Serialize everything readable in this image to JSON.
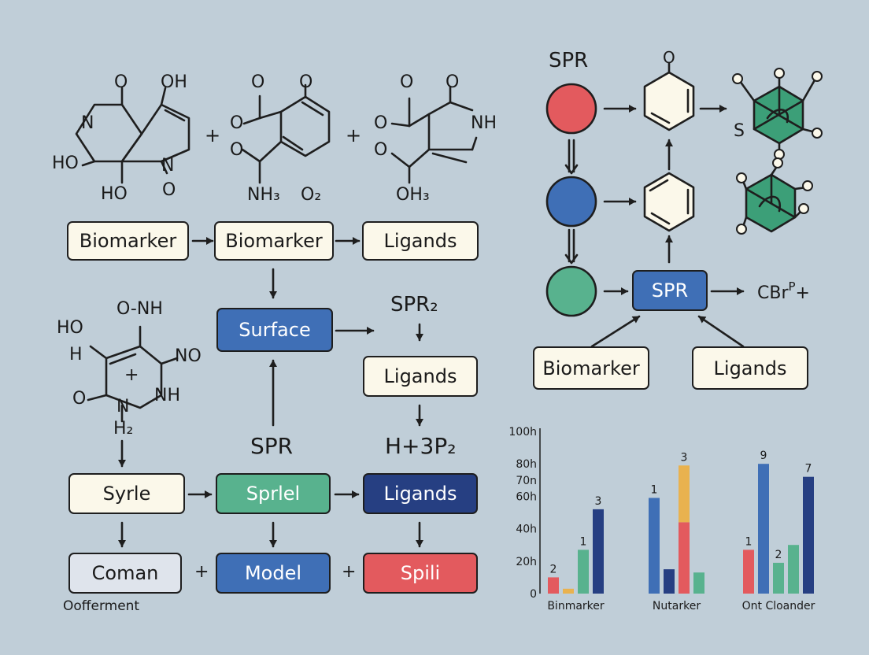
{
  "structures": {
    "s1": {
      "o_top": "O",
      "oh_top": "OH",
      "n_left": "N",
      "ho_left": "HO",
      "ho_bottom": "HO",
      "n_bottom": "N",
      "o_bottom": "O"
    },
    "s2": {
      "o_top_left": "O",
      "o_top_right": "O",
      "o_left": "O",
      "o_mid": "O",
      "nh3": "NH₃",
      "o2": "O₂"
    },
    "s3": {
      "o_top_left": "O",
      "o_top_right": "O",
      "o_left": "O",
      "nh": "NH",
      "o_mid": "O",
      "oh3": "OH₃"
    },
    "s4": {
      "ho": "HO",
      "h": "H",
      "o_nh": "O-NH",
      "no": "NO",
      "plus": "+",
      "o_left": "O",
      "n": "N",
      "nh": "NH",
      "h2": "H₂"
    },
    "plus_1": "+",
    "plus_2": "+"
  },
  "left_flow": {
    "row1": [
      "Biomarker",
      "Biomarker",
      "Ligands"
    ],
    "surface": "Surface",
    "spr2_label": "SPR₂",
    "ligands_mid": "Ligands",
    "spr_label": "SPR",
    "h3p2_label": "H+3P₂",
    "row3": [
      "Syrle",
      "Sprlel",
      "Ligands"
    ],
    "row4": [
      "Coman",
      "Model",
      "Spili"
    ],
    "row4_plus": [
      "+",
      "+"
    ],
    "caption": "Oofferment"
  },
  "right_flow": {
    "title": "SPR",
    "ring_top_o": "O",
    "spr_box": "SPR",
    "output": "CBr",
    "output_sup": "P",
    "output_plus": "+",
    "s_label": "S",
    "bottom_boxes": [
      "Biomarker",
      "Ligands"
    ],
    "circle_colors": [
      "#e35a5e",
      "#3f6fb6",
      "#58b28e"
    ],
    "cube_color": "#3c9f78"
  },
  "chart_data": {
    "type": "bar",
    "yticks": [
      "0",
      "20h",
      "40h",
      "60h",
      "70n",
      "80h",
      "100h"
    ],
    "ytick_values": [
      0,
      20,
      40,
      60,
      70,
      80,
      100
    ],
    "ylim": [
      0,
      100
    ],
    "groups": [
      {
        "label": "Binmarker",
        "bars": [
          {
            "value": 10,
            "color": "#e35a5e"
          },
          {
            "value": 3,
            "color": "#e9b24f"
          },
          {
            "value": 27,
            "color": "#58b28e"
          },
          {
            "value": 52,
            "color": "#263f82"
          }
        ],
        "annotations": [
          {
            "text": "2",
            "bar": 0
          },
          {
            "text": "1",
            "bar": 2
          },
          {
            "text": "3",
            "bar": 3
          }
        ]
      },
      {
        "label": "Nutarker",
        "bars": [
          {
            "value": 59,
            "color": "#3f6fb6"
          },
          {
            "value": 15,
            "color": "#263f82"
          },
          {
            "stack": [
              {
                "value": 44,
                "color": "#e35a5e"
              },
              {
                "value": 35,
                "color": "#e9b24f"
              }
            ]
          },
          {
            "value": 13,
            "color": "#58b28e"
          }
        ],
        "annotations": [
          {
            "text": "1",
            "bar": 0
          },
          {
            "text": "3",
            "bar": 2
          }
        ]
      },
      {
        "label": "Ont Cloander",
        "bars": [
          {
            "value": 27,
            "color": "#e35a5e"
          },
          {
            "value": 80,
            "color": "#3f6fb6"
          },
          {
            "value": 19,
            "color": "#58b28e"
          },
          {
            "value": 30,
            "color": "#58b28e"
          },
          {
            "value": 72,
            "color": "#263f82"
          }
        ],
        "annotations": [
          {
            "text": "1",
            "bar": 0
          },
          {
            "text": "9",
            "bar": 1
          },
          {
            "text": "2",
            "bar": 2
          },
          {
            "text": "7",
            "bar": 4
          }
        ]
      }
    ]
  }
}
